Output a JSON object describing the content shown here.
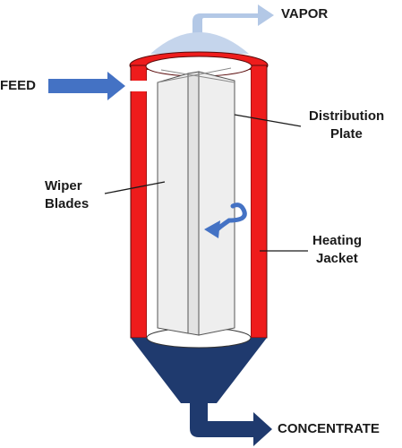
{
  "labels": {
    "vapor": "VAPOR",
    "feed": "FEED",
    "distribution_plate": [
      "Distribution",
      "Plate"
    ],
    "wiper_blades": [
      "Wiper",
      "Blades"
    ],
    "heating_jacket": [
      "Heating",
      "Jacket"
    ],
    "concentrate": "CONCENTRATE"
  },
  "colors": {
    "jacket": "#ee1c1c",
    "jacket_stroke": "#5a0b0b",
    "blade_fill": "#eeeeee",
    "blade_edge": "#555555",
    "arrow_blue": "#4472c4",
    "vapor_blue": "#b3c8e6",
    "dome_blue": "#c5d5ec",
    "cone_navy": "#1f3a6e",
    "text": "#1a1a1a"
  },
  "icons": {
    "rotation": "rotation-arrow-icon"
  }
}
